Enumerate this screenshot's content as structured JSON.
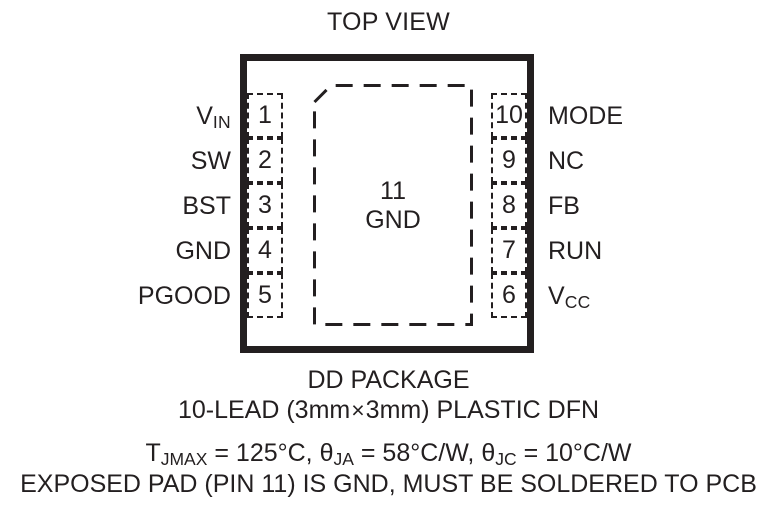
{
  "diagram": {
    "title": "TOP VIEW",
    "package_outline": {
      "name": "package-body",
      "style": "solid-thick-rectangle"
    },
    "exposed_pad": {
      "pin_number": "11",
      "label": "GND",
      "outline_style": "dashed-chamfered-rectangle"
    },
    "pins_left": [
      {
        "number": "1",
        "name_main": "V",
        "name_sub": "IN"
      },
      {
        "number": "2",
        "name_main": "SW",
        "name_sub": ""
      },
      {
        "number": "3",
        "name_main": "BST",
        "name_sub": ""
      },
      {
        "number": "4",
        "name_main": "GND",
        "name_sub": ""
      },
      {
        "number": "5",
        "name_main": "PGOOD",
        "name_sub": ""
      }
    ],
    "pins_right": [
      {
        "number": "10",
        "name_main": "MODE",
        "name_sub": ""
      },
      {
        "number": "9",
        "name_main": "NC",
        "name_sub": ""
      },
      {
        "number": "8",
        "name_main": "FB",
        "name_sub": ""
      },
      {
        "number": "7",
        "name_main": "RUN",
        "name_sub": ""
      },
      {
        "number": "6",
        "name_main": "V",
        "name_sub": "CC"
      }
    ]
  },
  "caption": {
    "package_name": "DD PACKAGE",
    "lead_line_a": "10-LEAD (3mm",
    "lead_times": "×",
    "lead_line_b": "3mm) PLASTIC DFN",
    "thermal": {
      "tj_symbol": "T",
      "tj_sub": "JMAX",
      "tj_value": " = 125°C, ",
      "theta_ja_symbol": "θ",
      "theta_ja_sub": "JA",
      "theta_ja_value": " = 58°C/W, ",
      "theta_jc_symbol": "θ",
      "theta_jc_sub": "JC",
      "theta_jc_value": " = 10°C/W"
    },
    "note": "EXPOSED PAD (PIN 11) IS GND, MUST BE SOLDERED TO PCB"
  },
  "colors": {
    "ink": "#231f20",
    "background": "#ffffff"
  }
}
